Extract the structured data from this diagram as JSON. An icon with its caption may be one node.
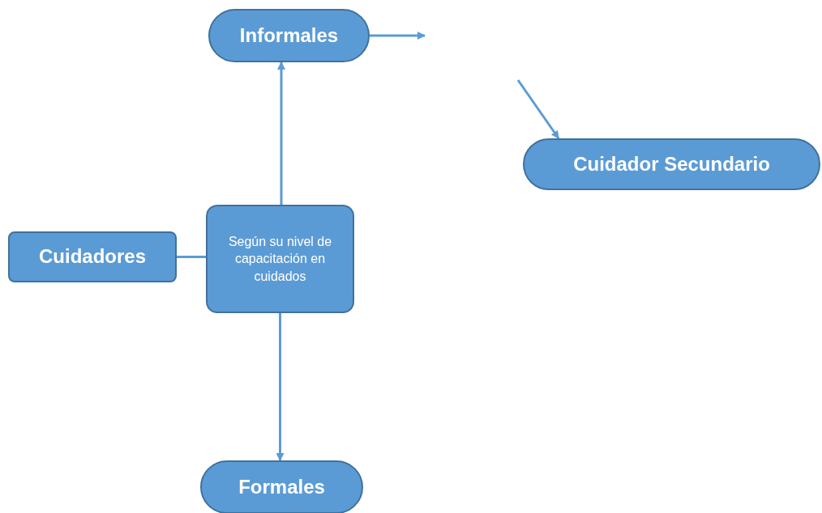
{
  "diagram": {
    "nodes": [
      {
        "text": [
          "Cuidadores"
        ]
      },
      {
        "text": [
          "Según su nivel de capacitación en cuidados"
        ]
      },
      {
        "text": [
          "Informales"
        ]
      },
      {
        "text": [
          "Formales"
        ]
      },
      {
        "text": [
          "Cuidador Secundario"
        ]
      }
    ],
    "edges": [
      {
        "from": 0,
        "to": 1,
        "arrow": "none"
      },
      {
        "from": 1,
        "to": 2,
        "arrow": "to"
      },
      {
        "from": 1,
        "to": 3,
        "arrow": "to"
      },
      {
        "from": 2,
        "to": null,
        "arrow": "to"
      },
      {
        "from": null,
        "to": 4,
        "arrow": "to"
      }
    ]
  }
}
